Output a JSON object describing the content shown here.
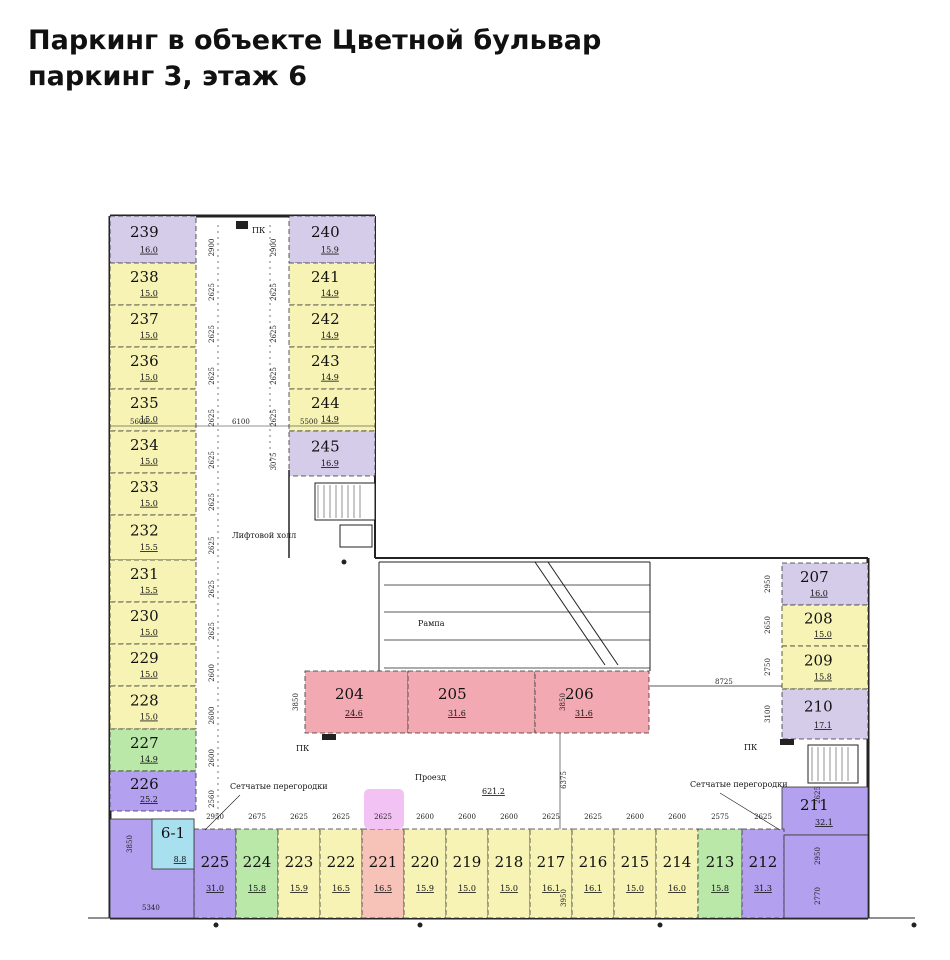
{
  "title": {
    "line1": "Паркинг в объекте Цветной бульвар",
    "line2": "паркинг 3, этаж 6"
  },
  "colors": {
    "yellow": "#f6f3b4",
    "lilac": "#d4cce8",
    "green": "#b9e8a9",
    "purple": "#b3a0ee",
    "pink_red": "#f2a9b2",
    "salmon": "#f7c3b8",
    "blue": "#a8e0f0",
    "magenta": "#f3c2f4"
  },
  "labels": {
    "pk_top": "ПК",
    "pk_mid": "ПК",
    "pk_right": "ПК",
    "lift_hall": "Лифтовой холл",
    "ramp": "Рампа",
    "driveway": "Проезд",
    "driveway_area": "621.2",
    "nets_left": "Сетчатые перегородки",
    "nets_right": "Сетчатые перегородки"
  },
  "dimensions": {
    "left_col": [
      "2900",
      "2625",
      "2625",
      "2625",
      "2625",
      "2625",
      "2625",
      "2625",
      "2625",
      "2625",
      "2600",
      "2600",
      "2600",
      "2560"
    ],
    "right_col": [
      "2900",
      "2625",
      "2625",
      "2625",
      "2625",
      "3075"
    ],
    "widths_top": [
      "6100",
      "5600",
      "5500"
    ],
    "bottom_row": [
      "2950",
      "2675",
      "2625",
      "2625",
      "2625",
      "2600",
      "2600",
      "2600",
      "2625",
      "2625",
      "2600",
      "2600",
      "2575",
      "2625"
    ],
    "right_block": [
      "2950",
      "2650",
      "2750",
      "3100",
      "2625",
      "2950",
      "2770"
    ],
    "misc": [
      "8725",
      "3850",
      "3850",
      "6375",
      "3950",
      "5340",
      "3850"
    ]
  },
  "spaces": {
    "left": [
      {
        "num": "239",
        "area": "16.0",
        "color": "lilac"
      },
      {
        "num": "238",
        "area": "15.0",
        "color": "yellow"
      },
      {
        "num": "237",
        "area": "15.0",
        "color": "yellow"
      },
      {
        "num": "236",
        "area": "15.0",
        "color": "yellow"
      },
      {
        "num": "235",
        "area": "15.0",
        "color": "yellow"
      },
      {
        "num": "234",
        "area": "15.0",
        "color": "yellow"
      },
      {
        "num": "233",
        "area": "15.0",
        "color": "yellow"
      },
      {
        "num": "232",
        "area": "15.5",
        "color": "yellow"
      },
      {
        "num": "231",
        "area": "15.5",
        "color": "yellow"
      },
      {
        "num": "230",
        "area": "15.0",
        "color": "yellow"
      },
      {
        "num": "229",
        "area": "15.0",
        "color": "yellow"
      },
      {
        "num": "228",
        "area": "15.0",
        "color": "yellow"
      },
      {
        "num": "227",
        "area": "14.9",
        "color": "green"
      },
      {
        "num": "226",
        "area": "25.2",
        "color": "purple"
      }
    ],
    "inner": [
      {
        "num": "240",
        "area": "15.9",
        "color": "lilac"
      },
      {
        "num": "241",
        "area": "14.9",
        "color": "yellow"
      },
      {
        "num": "242",
        "area": "14.9",
        "color": "yellow"
      },
      {
        "num": "243",
        "area": "14.9",
        "color": "yellow"
      },
      {
        "num": "244",
        "area": "14.9",
        "color": "yellow"
      },
      {
        "num": "245",
        "area": "16.9",
        "color": "lilac"
      }
    ],
    "right": [
      {
        "num": "207",
        "area": "16.0",
        "color": "lilac"
      },
      {
        "num": "208",
        "area": "15.0",
        "color": "yellow"
      },
      {
        "num": "209",
        "area": "15.8",
        "color": "yellow"
      },
      {
        "num": "210",
        "area": "17.1",
        "color": "lilac"
      },
      {
        "num": "211",
        "area": "32.1",
        "color": "purple"
      }
    ],
    "middle": [
      {
        "num": "204",
        "area": "24.6",
        "color": "pink_red"
      },
      {
        "num": "205",
        "area": "31.6",
        "color": "pink_red"
      },
      {
        "num": "206",
        "area": "31.6",
        "color": "pink_red"
      }
    ],
    "bottom": [
      {
        "num": "225",
        "area": "31.0",
        "color": "purple"
      },
      {
        "num": "224",
        "area": "15.8",
        "color": "green"
      },
      {
        "num": "223",
        "area": "15.9",
        "color": "yellow"
      },
      {
        "num": "222",
        "area": "16.5",
        "color": "yellow"
      },
      {
        "num": "221",
        "area": "16.5",
        "color": "salmon"
      },
      {
        "num": "220",
        "area": "15.9",
        "color": "yellow"
      },
      {
        "num": "219",
        "area": "15.0",
        "color": "yellow"
      },
      {
        "num": "218",
        "area": "15.0",
        "color": "yellow"
      },
      {
        "num": "217",
        "area": "16.1",
        "color": "yellow"
      },
      {
        "num": "216",
        "area": "16.1",
        "color": "yellow"
      },
      {
        "num": "215",
        "area": "15.0",
        "color": "yellow"
      },
      {
        "num": "214",
        "area": "16.0",
        "color": "yellow"
      },
      {
        "num": "213",
        "area": "15.8",
        "color": "green"
      },
      {
        "num": "212",
        "area": "31.3",
        "color": "purple"
      }
    ],
    "special": {
      "num": "6-1",
      "area": "8.8",
      "color": "blue"
    }
  }
}
